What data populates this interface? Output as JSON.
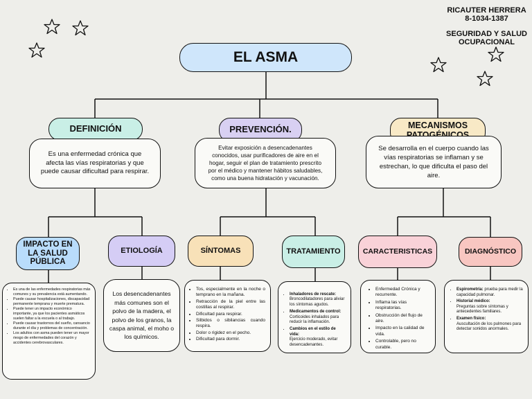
{
  "header": {
    "author": "RICAUTER HERRERA",
    "id": "8-1034-1387",
    "course_line1": "SEGURIDAD Y SALUD",
    "course_line2": "OCUPACIONAL"
  },
  "title": "EL ASMA",
  "branches": {
    "definicion": {
      "label": "DEFINICIÓN",
      "text": "Es una enfermedad crónica que afecta las vías respiratorias y que puede causar dificultad para respirar."
    },
    "prevencion": {
      "label": "PREVENCIÓN.",
      "text": "Evitar exposición a desencadenantes conocidos, usar purificadores de aire en el hogar, seguir el plan de tratamiento prescrito por el médico y mantener hábitos saludables, como una buena hidratación y vacunación."
    },
    "mecanismos": {
      "label_line1": "MECANISMOS",
      "label_line2": "PATOGÉNICOS",
      "text": "Se desarrolla en el cuerpo cuando las vías respiratorias se inflaman y se estrechan, lo que dificulta el paso del aire."
    }
  },
  "subtopics": {
    "impacto": {
      "label_line1": "IMPACTO EN",
      "label_line2": "LA SALUD",
      "label_line3": "PÚBLICA",
      "items": [
        "Es una de las enfermedades respiratorias más comunes y su prevalencia está aumentando.",
        "Puede causar hospitalizaciones, discapacidad permanente temprana y muerte prematura.",
        "Puede tener un impacto económico importante, ya que los pacientes asmáticos suelen faltar a la escuela o al trabajo.",
        "Puede causar trastornos del sueño, cansancio durante el día y problemas de concentración.",
        "Los adultos con asma pueden tener un mayor riesgo de enfermedades del corazón y accidentes cerebrovasculares."
      ]
    },
    "etiologia": {
      "label": "ETIOLOGÍA",
      "text": "Los desencadenantes más comunes son el polvo de la madera, el polvo de los granos, la caspa animal, el moho o los químicos."
    },
    "sintomas": {
      "label": "SÍNTOMAS",
      "items": [
        "Tos, especialmente en la noche o temprano en la mañana.",
        "Retracción de la piel entre las costillas al respirar.",
        "Dificultad para respirar.",
        "Silbidos o sibilancias cuando respira.",
        "Dolor o rigidez en el pecho.",
        "Dificultad para dormir."
      ]
    },
    "tratamiento": {
      "label": "TRATAMIENTO",
      "items": [
        {
          "title": "Inhaladores de rescate:",
          "text": "Broncodilatadores para aliviar los síntomas agudos."
        },
        {
          "title": "Medicamentos de control:",
          "text": "Corticoides inhalados para reducir la inflamación."
        },
        {
          "title": "Cambios en el estilo de vida:",
          "text": "Ejercicio moderado, evitar desencadenantes."
        }
      ]
    },
    "caracteristicas": {
      "label": "CARACTERISTICAS",
      "items": [
        "Enfermedad Crónica y recurrente.",
        "Inflama las vías respiratorias.",
        "Obstrucción del flujo de aire.",
        "Impacto en la calidad de vida.",
        "Controlable, pero no curable."
      ]
    },
    "diagnostico": {
      "label": "DIAGNÓSTICO",
      "items": [
        {
          "title": "Espirometría:",
          "text": "prueba para medir la capacidad pulmonar."
        },
        {
          "title": "Historial médico:",
          "text": "Preguntas sobre síntomas y antecedentes familiares."
        },
        {
          "title": "Examen físico:",
          "text": "Auscultación de los pulmones para detectar sonidos anormales."
        }
      ]
    }
  },
  "colors": {
    "background": "#eeeeea",
    "title_fill": "#cfe6fb",
    "definicion_fill": "#c9efe6",
    "prevencion_fill": "#d8d0f2",
    "mecanismos_fill": "#f8e9c6",
    "impacto_fill": "#b9dcfb",
    "etiologia_fill": "#d5cdf5",
    "sintomas_fill": "#f8e1b8",
    "tratamiento_fill": "#c9efe6",
    "caracteristicas_fill": "#f9d2d8",
    "diagnostico_fill": "#f8c6c1"
  },
  "decorations": [
    "star-icon",
    "star-icon",
    "star-icon",
    "star-icon",
    "star-icon"
  ]
}
